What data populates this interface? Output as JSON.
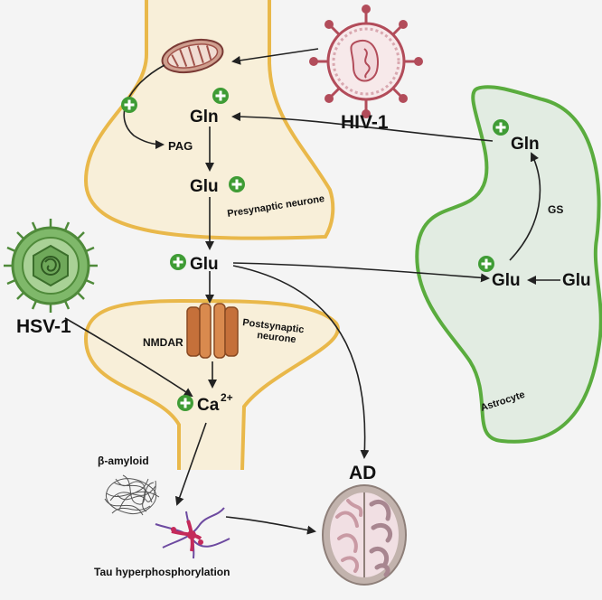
{
  "labels": {
    "gln_pre": "Gln",
    "pag": "PAG",
    "glu_pre": "Glu",
    "presynaptic": "Presynaptic neurone",
    "hiv": "HIV-1",
    "gln_astro": "Gln",
    "gs": "GS",
    "glu_cleft": "Glu",
    "glu_astro_left": "Glu",
    "glu_astro_right": "Glu",
    "astrocyte": "Astrocyte",
    "hsv": "HSV-1",
    "nmdar": "NMDAR",
    "postsynaptic_1": "Postsynaptic",
    "postsynaptic_2": "neurone",
    "ca": "Ca",
    "ca_sup": "2+",
    "amyloid": "β-amyloid",
    "tau": "Tau hyperphosphorylation",
    "ad": "AD"
  },
  "icons": [
    "mitochondrion-icon",
    "hiv-virus-icon",
    "hsv-virus-icon",
    "nmda-receptor-icon",
    "amyloid-plaque-icon",
    "tau-tangle-icon",
    "brain-icon",
    "plus-badge-icon"
  ],
  "colors": {
    "background": "#f4f4f4",
    "neuron_fill": "#f8efd9",
    "neuron_stroke": "#e9b84a",
    "astrocyte_fill": "#e2ece2",
    "astrocyte_stroke": "#5aac3e",
    "plus_badge": "#3f9c35",
    "hiv": "#b24c5a",
    "hsv": "#4f8a3a",
    "receptor": "#c5703a"
  }
}
